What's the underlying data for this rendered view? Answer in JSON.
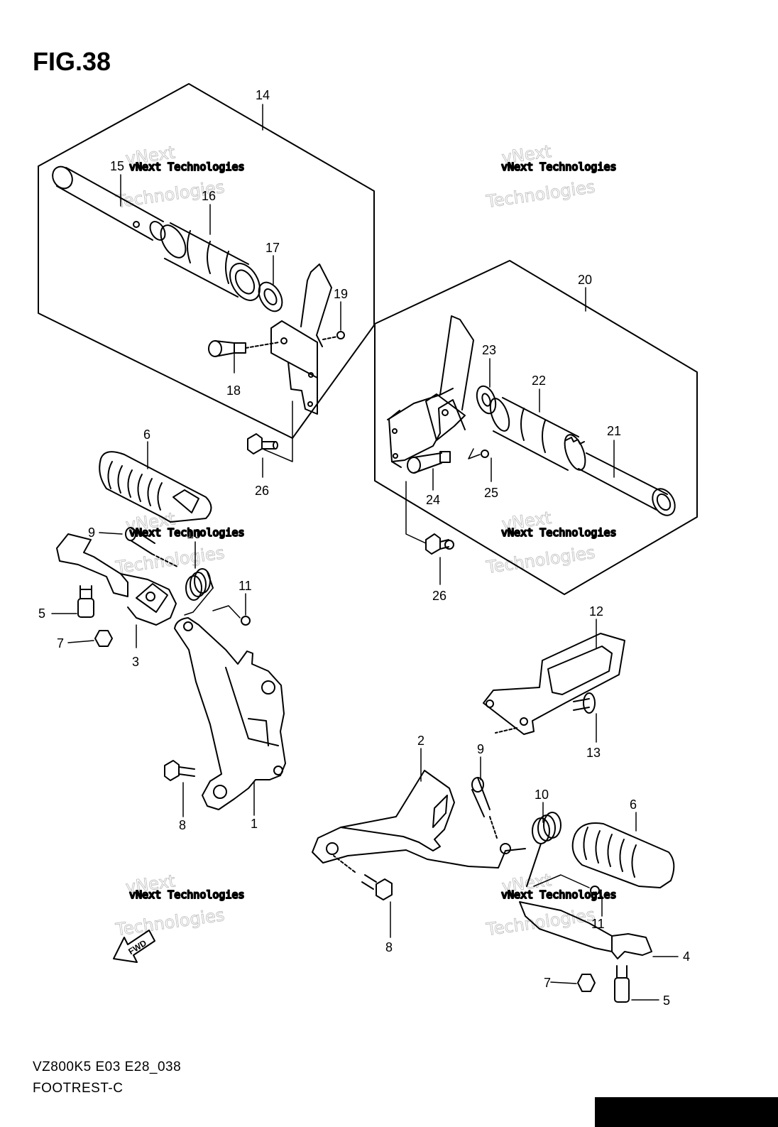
{
  "figure": {
    "title": "FIG.38"
  },
  "footer": {
    "line1": "VZ800K5 E03 E28_038",
    "line2": "FOOTREST-C"
  },
  "fwd_label": "FWD",
  "watermark": {
    "line1": "vNext Technologies",
    "line2": "vNext",
    "line3": "Technologies"
  },
  "callouts": [
    {
      "id": "c14",
      "text": "14"
    },
    {
      "id": "c15",
      "text": "15"
    },
    {
      "id": "c16",
      "text": "16"
    },
    {
      "id": "c17",
      "text": "17"
    },
    {
      "id": "c18",
      "text": "18"
    },
    {
      "id": "c19",
      "text": "19"
    },
    {
      "id": "c20",
      "text": "20"
    },
    {
      "id": "c21",
      "text": "21"
    },
    {
      "id": "c22",
      "text": "22"
    },
    {
      "id": "c23",
      "text": "23"
    },
    {
      "id": "c24",
      "text": "24"
    },
    {
      "id": "c25",
      "text": "25"
    },
    {
      "id": "c26a",
      "text": "26"
    },
    {
      "id": "c26b",
      "text": "26"
    },
    {
      "id": "c6a",
      "text": "6"
    },
    {
      "id": "c9a",
      "text": "9"
    },
    {
      "id": "c10a",
      "text": "10"
    },
    {
      "id": "c11a",
      "text": "11"
    },
    {
      "id": "c5a",
      "text": "5"
    },
    {
      "id": "c7a",
      "text": "7"
    },
    {
      "id": "c3",
      "text": "3"
    },
    {
      "id": "c8a",
      "text": "8"
    },
    {
      "id": "c1",
      "text": "1"
    },
    {
      "id": "c12",
      "text": "12"
    },
    {
      "id": "c13",
      "text": "13"
    },
    {
      "id": "c2",
      "text": "2"
    },
    {
      "id": "c9b",
      "text": "9"
    },
    {
      "id": "c10b",
      "text": "10"
    },
    {
      "id": "c6b",
      "text": "6"
    },
    {
      "id": "c8b",
      "text": "8"
    },
    {
      "id": "c11b",
      "text": "11"
    },
    {
      "id": "c4",
      "text": "4"
    },
    {
      "id": "c7b",
      "text": "7"
    },
    {
      "id": "c5b",
      "text": "5"
    }
  ]
}
